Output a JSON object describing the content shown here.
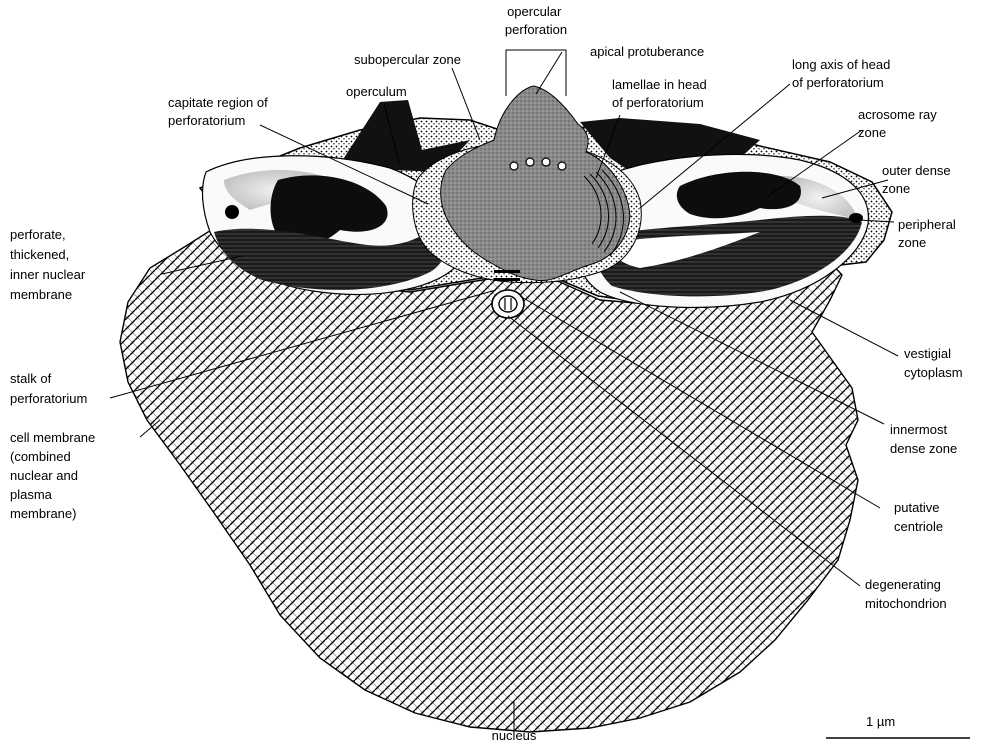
{
  "labels": {
    "opercular_perforation": [
      "opercular",
      "perforation"
    ],
    "apical_protuberance": [
      "apical protuberance"
    ],
    "subopercular_zone": [
      "subopercular zone"
    ],
    "long_axis": [
      "long axis of  head",
      "of perforatorium"
    ],
    "lamellae": [
      "lamellae in head",
      "of perforatorium"
    ],
    "operculum": [
      "operculum"
    ],
    "capitate_region": [
      "capitate region of",
      "perforatorium"
    ],
    "acrosome_ray_zone": [
      "acrosome ray",
      "zone"
    ],
    "outer_dense_zone": [
      "outer dense",
      "zone"
    ],
    "peripheral_zone": [
      "peripheral",
      "zone"
    ],
    "perforate_membrane": [
      "perforate,",
      "thickened,",
      "inner nuclear",
      "membrane"
    ],
    "stalk": [
      "stalk of",
      "perforatorium"
    ],
    "cell_membrane": [
      "cell membrane",
      "(combined",
      "nuclear and",
      "plasma",
      "membrane)"
    ],
    "vestigial_cytoplasm": [
      "vestigial",
      "cytoplasm"
    ],
    "innermost_dense_zone": [
      "innermost",
      "dense zone"
    ],
    "putative_centriole": [
      "putative",
      "centriole"
    ],
    "degenerating_mitochondrion": [
      "degenerating",
      "mitochondrion"
    ],
    "nucleus": [
      "nucleus"
    ]
  },
  "scale_bar": {
    "label": "1 µm"
  }
}
